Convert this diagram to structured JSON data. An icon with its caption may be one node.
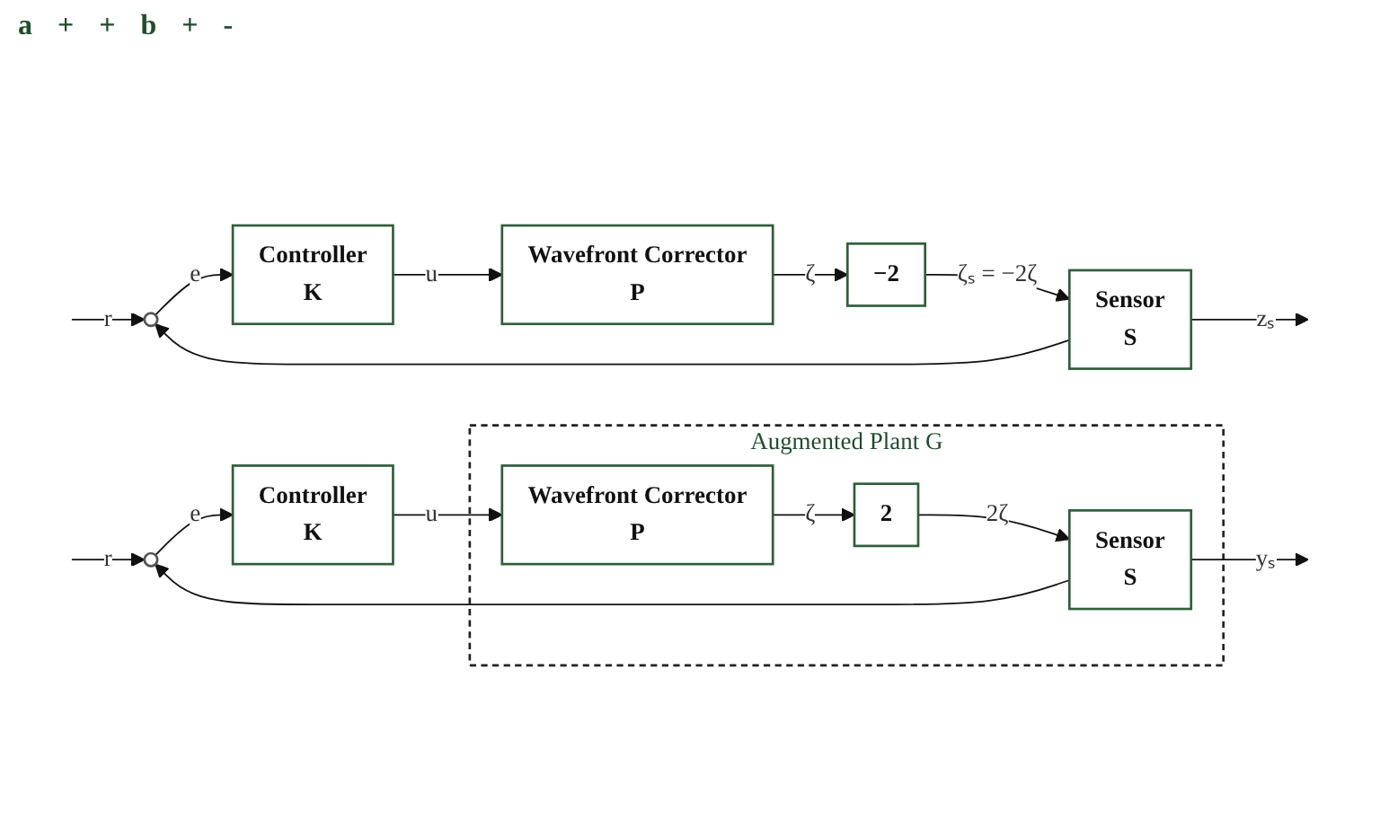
{
  "diagram": {
    "nodes": [
      {
        "text": [],
        "shape": "circle"
      },
      {
        "text": [
          "Controller",
          "K"
        ]
      },
      {
        "text": [
          "Wavefront Corrector",
          "P"
        ]
      },
      {
        "text": [
          "−2"
        ]
      },
      {
        "text": [
          "Sensor",
          "S"
        ]
      },
      {
        "text": [],
        "shape": "circle"
      },
      {
        "text": [
          "Controller",
          "K"
        ]
      },
      {
        "text": [
          "Augmented Plant G"
        ]
      },
      {
        "text": [
          "Wavefront Corrector",
          "P"
        ],
        "in": 7
      },
      {
        "text": [
          "2"
        ],
        "in": 7
      },
      {
        "text": [
          "Sensor",
          "S"
        ],
        "in": 7
      }
    ],
    "edges": [
      {
        "from": null,
        "to": 0,
        "arrow": "to",
        "label": "r"
      },
      {
        "from": 0,
        "to": 1,
        "arrow": "to",
        "label": "e"
      },
      {
        "from": 1,
        "to": 2,
        "arrow": "to",
        "label": "u"
      },
      {
        "from": 2,
        "to": 3,
        "arrow": "to",
        "label": "ζ"
      },
      {
        "from": 3,
        "to": 4,
        "arrow": "to",
        "label": "ζₛ = −2ζ"
      },
      {
        "from": 4,
        "to": null,
        "arrow": "to",
        "label": "zₛ"
      },
      {
        "from": 4,
        "to": 0,
        "arrow": "to"
      },
      {
        "from": null,
        "to": 5,
        "arrow": "to",
        "label": "r"
      },
      {
        "from": 5,
        "to": 6,
        "arrow": "to",
        "label": "e"
      },
      {
        "from": 6,
        "to": 8,
        "arrow": "to",
        "label": "u"
      },
      {
        "from": 8,
        "to": 9,
        "arrow": "to",
        "label": "ζ"
      },
      {
        "from": 9,
        "to": 10,
        "arrow": "to",
        "label": "2ζ"
      },
      {
        "from": 10,
        "to": null,
        "arrow": "to",
        "label": "yₛ"
      },
      {
        "from": 10,
        "to": 5,
        "arrow": "to"
      }
    ],
    "labels": [
      "a",
      "+",
      "+",
      "b",
      "+",
      "-"
    ]
  }
}
